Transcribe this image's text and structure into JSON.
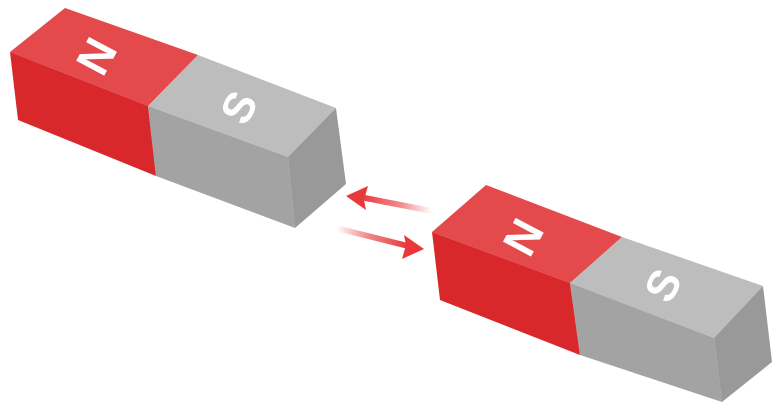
{
  "magnets": [
    {
      "north_label": "N",
      "south_label": "S"
    },
    {
      "north_label": "N",
      "south_label": "S"
    }
  ],
  "colors": {
    "north_top": "#E44A4C",
    "north_front": "#D8282C",
    "north_side": "#C81F24",
    "south_top": "#BDBDBD",
    "south_front": "#A3A3A3",
    "south_end": "#999999",
    "arrow": "#E8383C"
  },
  "arrows": [
    "arrow-pointing-left",
    "arrow-pointing-right"
  ]
}
